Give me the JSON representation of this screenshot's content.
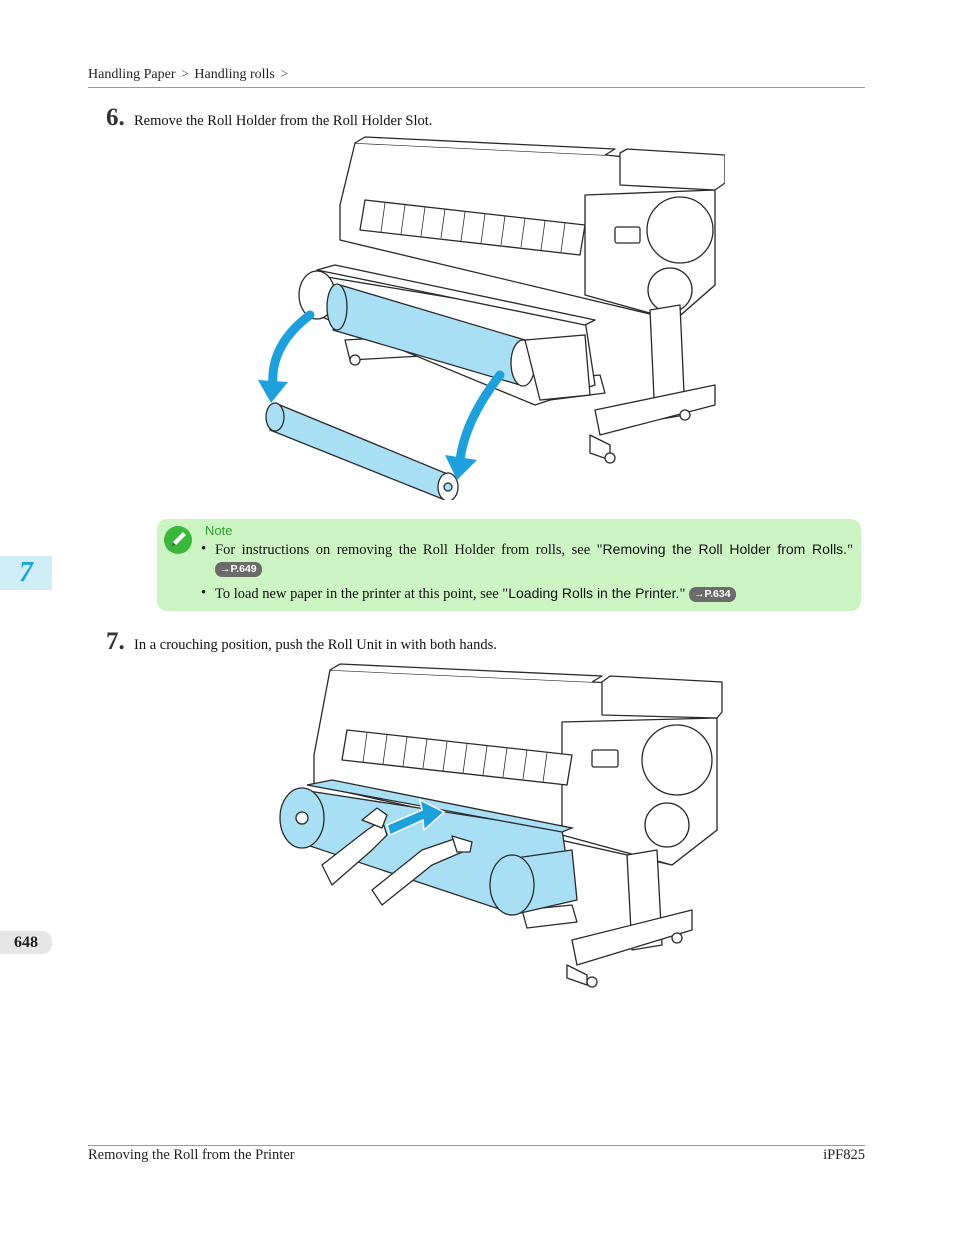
{
  "breadcrumb": {
    "items": [
      "Handling Paper",
      "Handling rolls"
    ],
    "separator": ">"
  },
  "steps": [
    {
      "number": "6.",
      "text": "Remove the Roll Holder from the Roll Holder Slot."
    },
    {
      "number": "7.",
      "text": "In a crouching position, push the Roll Unit in with both hands."
    }
  ],
  "note": {
    "label": "Note",
    "items": [
      {
        "prefix": "For instructions on removing the Roll Holder from rolls, see \"",
        "link": "Removing the Roll Holder from Rolls.",
        "suffix": "\"",
        "page_ref": "→P.649"
      },
      {
        "prefix": "To load new paper in the printer at this point, see \"",
        "link": "Loading Rolls in the Printer.",
        "suffix": "\"",
        "page_ref": "→P.634"
      }
    ],
    "background": "#cdf5c4"
  },
  "chapter_tab": {
    "number": "7",
    "color": "#1aa5d8"
  },
  "page_number": "648",
  "footer": {
    "title": "Removing the Roll from the Printer",
    "model": "iPF825"
  },
  "colors": {
    "roll_blue": "#a8dff5",
    "arrow_blue": "#1ea0dc",
    "outline": "#2a2a2a"
  },
  "icons": [
    "pencil-note-icon"
  ]
}
